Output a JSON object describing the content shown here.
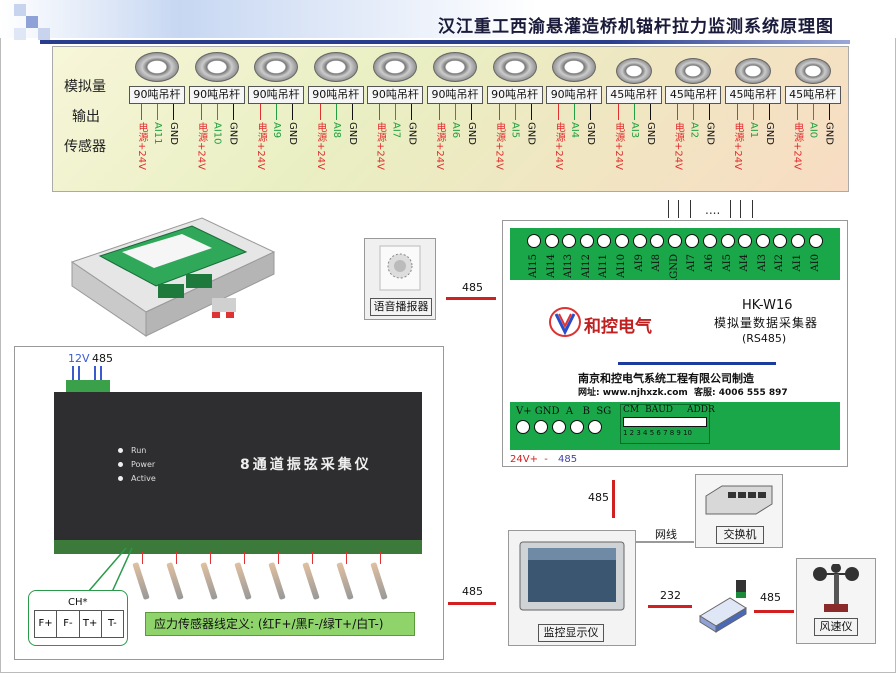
{
  "title": "汉江重工西渝悬灌造桥机锚杆拉力监测系统原理图",
  "sensor_panel": {
    "side_labels": [
      "模拟量",
      "输出",
      "传感器"
    ],
    "sensors": [
      {
        "label": "90吨吊杆",
        "signal": "AI11"
      },
      {
        "label": "90吨吊杆",
        "signal": "AI10"
      },
      {
        "label": "90吨吊杆",
        "signal": "AI9"
      },
      {
        "label": "90吨吊杆",
        "signal": "AI8"
      },
      {
        "label": "90吨吊杆",
        "signal": "AI7"
      },
      {
        "label": "90吨吊杆",
        "signal": "AI6"
      },
      {
        "label": "90吨吊杆",
        "signal": "AI5"
      },
      {
        "label": "90吨吊杆",
        "signal": "AI4"
      },
      {
        "label": "45吨吊杆",
        "signal": "AI3"
      },
      {
        "label": "45吨吊杆",
        "signal": "AI2"
      },
      {
        "label": "45吨吊杆",
        "signal": "AI1"
      },
      {
        "label": "45吨吊杆",
        "signal": "AI0"
      }
    ],
    "power_label": "电源+24V",
    "gnd_label": "GND"
  },
  "dots": "....",
  "collector": {
    "terminals_left": [
      "AI15",
      "AI14",
      "AI13",
      "AI12",
      "AI11",
      "AI10",
      "AI9",
      "AI8",
      "AGND"
    ],
    "terminals_right": [
      "AI7",
      "AI6",
      "AI5",
      "AI4",
      "AI3",
      "AI2",
      "AI1",
      "AI0"
    ],
    "model": "HK-W16",
    "name": "模拟量数据采集器",
    "protocol": "(RS485)",
    "brand": "和控电气",
    "company": "南京和控电气系统工程有限公司制造",
    "website": "网址: www.njhxzk.com",
    "hotline": "客服: 4006 555 897",
    "bottom_terminals": "V+ GND  A   B  SG",
    "dip_groups": [
      "CM",
      "BAUD",
      "ADDR"
    ],
    "dip_numbers": "1 2 3 4 5 6 7 8 9 10",
    "power_label": "24V+  -",
    "bus_label": "485"
  },
  "speaker": {
    "label": "语音播报器"
  },
  "switch": {
    "label": "交换机"
  },
  "monitor": {
    "label": "监控显示仪"
  },
  "anemometer": {
    "label": "风速仪"
  },
  "connections": {
    "speaker_485": "485",
    "collector_down_485": "485",
    "network": "网线",
    "monitor_485": "485",
    "monitor_232": "232",
    "anemometer_485": "485"
  },
  "vibration": {
    "power_label": "12V",
    "bus_label": "485",
    "name": "8通道振弦采集仪",
    "indicators": [
      "Run",
      "Power",
      "Active"
    ],
    "ch_title": "CH*",
    "ch_pins": [
      "F+",
      "F-",
      "T+",
      "T-"
    ],
    "definition": "应力传感器线定义: (红F+/黑F-/绿T+/白T-)"
  },
  "colors": {
    "power_wire": "#e03030",
    "signal_wire": "#20a040",
    "gnd_wire": "#111111",
    "bus_line": "#d02020",
    "collector_green": "#1aa74a"
  }
}
